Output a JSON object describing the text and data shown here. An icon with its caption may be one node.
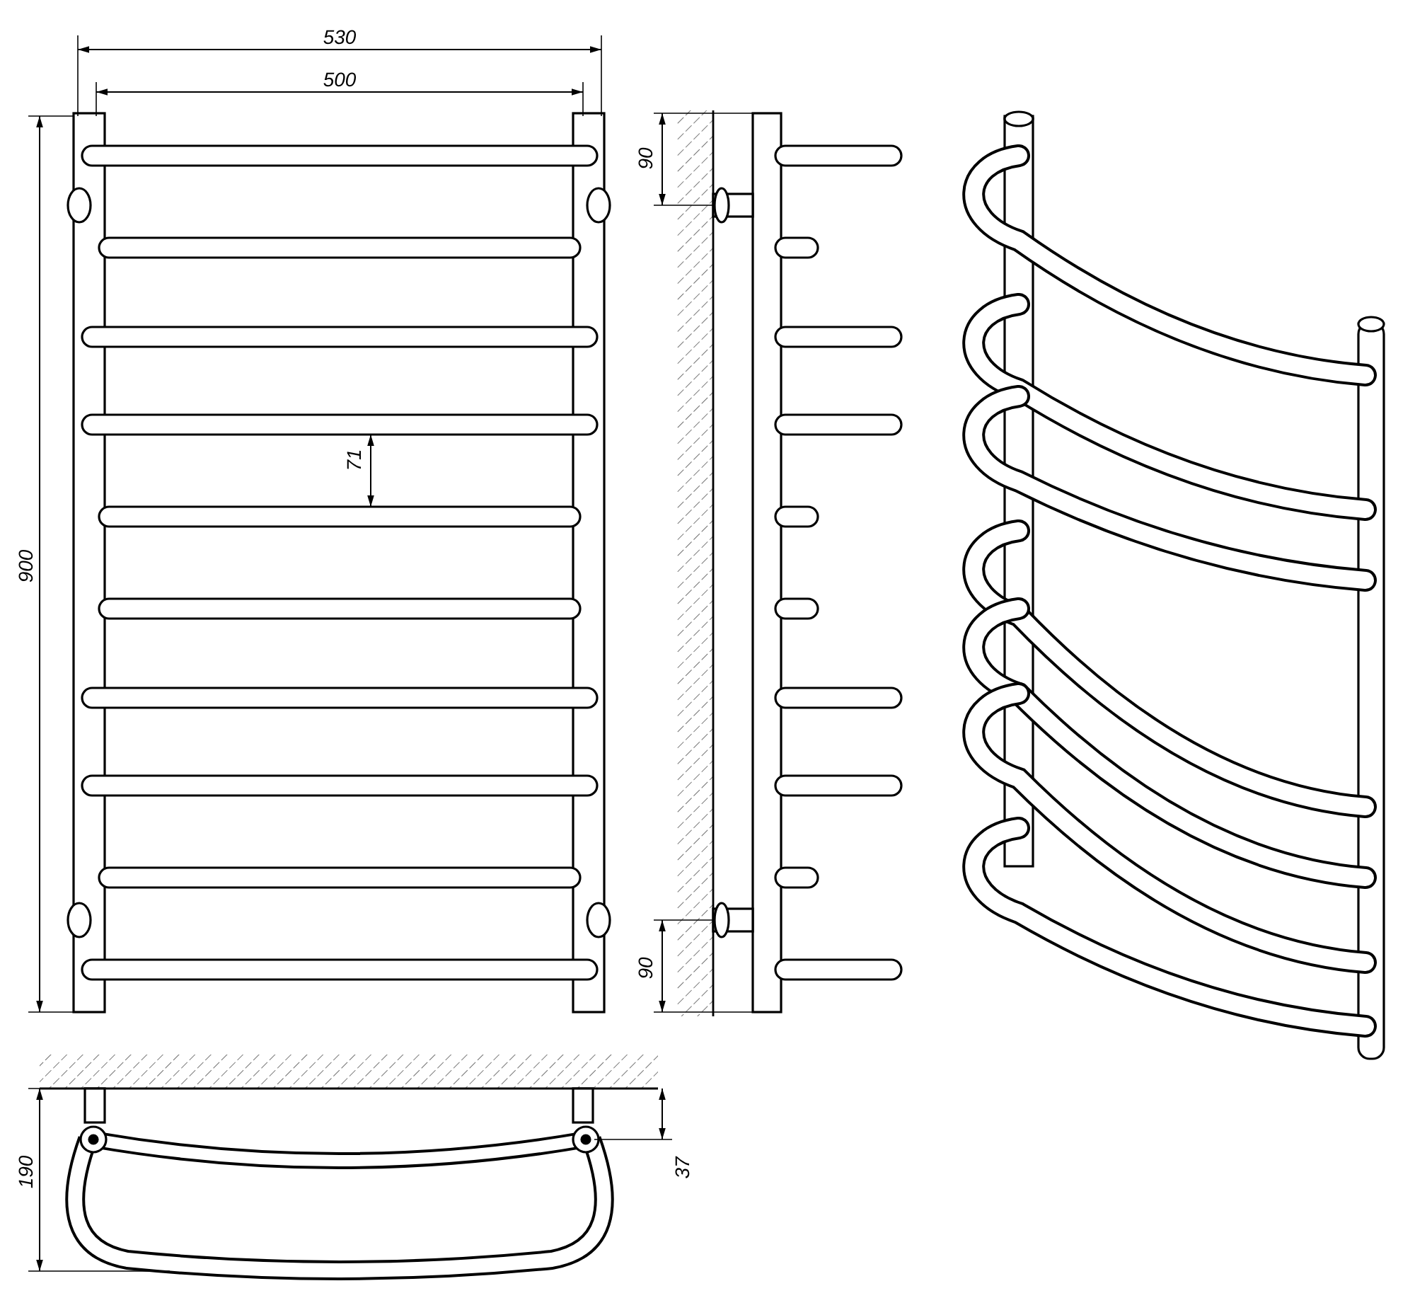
{
  "diagram": {
    "labels": [
      "530",
      "500",
      "900",
      "71",
      "90",
      "90",
      "190",
      "37"
    ]
  }
}
